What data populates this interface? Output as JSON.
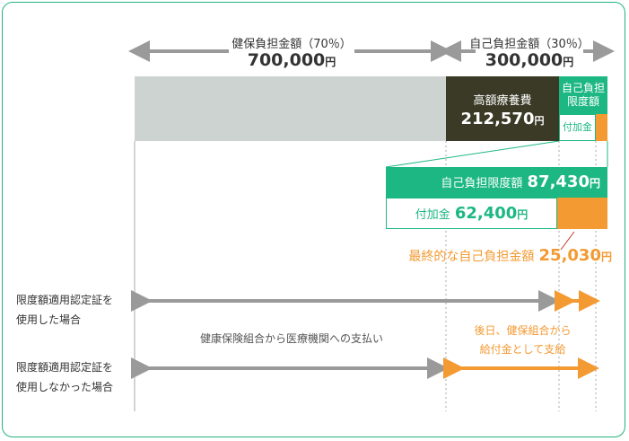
{
  "header": {
    "insurance_share_label": "健保負担金額（70％）",
    "insurance_amount": "700,000",
    "self_share_label": "自己負担金額（30％）",
    "self_amount": "300,000",
    "yen": "円"
  },
  "bar": {
    "high_cost_label": "高額療養費",
    "high_cost_amount": "212,570",
    "limit_label_line1": "自己負担",
    "limit_label_line2": "限度額",
    "additional_label": "付加金"
  },
  "detail": {
    "limit_label": "自己負担限度額",
    "limit_amount": "87,430",
    "additional_label": "付加金",
    "additional_amount": "62,400",
    "final_label": "最終的な自己負担金額",
    "final_amount": "25,030"
  },
  "rows": {
    "with_cert_line1": "限度額適用認定証を",
    "with_cert_line2": "使用した場合",
    "without_cert_line1": "限度額適用認定証を",
    "without_cert_line2": "使用しなかった場合",
    "insurance_payment_note": "健康保険組合から医療機関への支払い",
    "later_note_line1": "後日、健保組合から",
    "later_note_line2": "給付金として支給"
  },
  "colors": {
    "green": "#1db784",
    "dark": "#3a3a26",
    "grey_bar": "#cdd3d1",
    "orange": "#f39a32",
    "arrow_grey": "#9a9a9a"
  }
}
